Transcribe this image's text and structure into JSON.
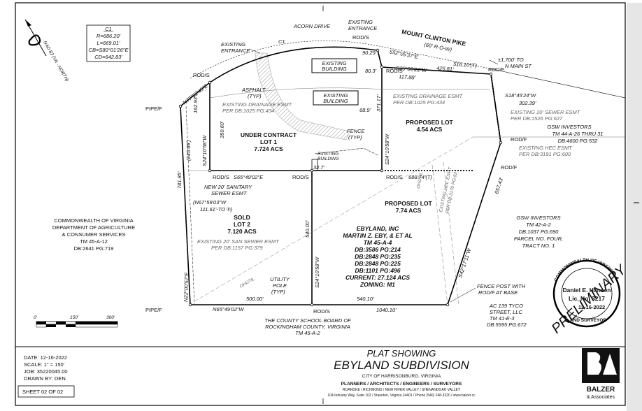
{
  "curve_table": {
    "title": "C1",
    "r": "R=686.20'",
    "l": "L=669.01'",
    "cb": "CB=S80°01'26\"E",
    "cd": "CD=642.83'"
  },
  "north_arrow": {
    "label": "NAD 83 (VA - NORTH)"
  },
  "roads": {
    "acorn": "ACORN DRIVE",
    "pike": "MOUNT CLINTON PIKE",
    "pike_row": "(60' R-O-W)",
    "to_main_1": "±1,700' TO",
    "to_main_2": "N MAIN ST"
  },
  "labels": {
    "exist_entr_top_1": "EXISTING",
    "exist_entr_top_2": "ENTRANCE",
    "exist_entr_left_1": "EXISTING",
    "exist_entr_left_2": "ENTRANCE",
    "building_1_a": "EXISTING",
    "building_1_b": "BUILDING",
    "building_2_a": "EXISTING",
    "building_2_b": "BUILDING",
    "building_3_a": "EXISTING",
    "building_3_b": "BUILDING",
    "asphalt_1": "ASPHALT",
    "asphalt_2": "(TYP)",
    "fence_1": "FENCE",
    "fence_2": "(TYP)",
    "drain_left_1": "EXISTING DRAINAGE ESMT",
    "drain_left_2": "PER DB:1025 PG:434",
    "drain_right_1": "EXISTING DRAINAGE ESMT",
    "drain_right_2": "PER DB:1025 PG:434",
    "sewer_right_1": "EXISTING 20' SEWER ESMT",
    "sewer_right_2": "PER DB:1526 PG:627",
    "hec_right_1": "EXISTING HEC ESMT",
    "hec_right_2": "PER DB:3191 PG:600",
    "hec_diag": "EXISTING HEC ESMT",
    "hec_diag_2": "PER DB:3170 PG:92",
    "new_sewer_1": "NEW 20' SANITARY",
    "new_sewer_2": "SEWER ESMT",
    "tie_1": "(N67°59'03\"W",
    "tie_2": "111.61'-TO ℗)",
    "san_sewer_1": "EXISTING 20' SAN SEWER ESMT",
    "san_sewer_2": "PER DB:1157 PG:379",
    "utility_1": "UTILITY",
    "utility_2": "POLE",
    "utility_3": "(TYP)",
    "fence_post_1": "FENCE POST WITH",
    "fence_post_2": "ROD/F AT BASE",
    "ohutil": "OHUTIL"
  },
  "lots": {
    "lot1_a": "UNDER CONTRACT",
    "lot1_b": "LOT 1",
    "lot1_c": "7.724 ACS",
    "lot2_a": "SOLD",
    "lot2_b": "LOT 2",
    "lot2_c": "7.120 ACS",
    "prop1_a": "PROPOSED LOT",
    "prop1_b": "4.54 ACS",
    "prop2_a": "PROPOSED LOT",
    "prop2_b": "7.74 ACS"
  },
  "owner": {
    "l1": "EBYLAND, INC",
    "l2": "MARTIN Z. EBY, & ET AL",
    "l3": "TM 45-A-4",
    "l4": "DB:3586 PG:214",
    "l5": "DB:2848 PG:235",
    "l6": "DB:2848 PG:225",
    "l7": "DB:1101 PG:496",
    "l8": "CURRENT: 27.124 ACS",
    "l9": "ZONING: M1"
  },
  "adjoiners": {
    "va_1": "COMMONWEALTH OF VIRGINIA",
    "va_2": "DEPARTMENT OF AGRICULTURE",
    "va_3": "& CONSUMER SERVICES",
    "va_4": "TM 45-A-12",
    "va_5": "DB:2641 PG:719",
    "gsw1_1": "GSW INVESTORS",
    "gsw1_2": "TM 44-A-26 THRU 31",
    "gsw1_3": "DB:4600 PG:532",
    "gsw2_1": "GSW INVESTORS",
    "gsw2_2": "TM 42-A-2",
    "gsw2_3": "DB:1037 PG:690",
    "gsw2_4": "PARCEL NO. FOUR,",
    "gsw2_5": "TRACT NO. 1",
    "school_1": "THE COUNTY SCHOOL BOARD OF",
    "school_2": "ROCKINGHAM COUNTY, VIRGINIA",
    "school_3": "TM 45-A-2",
    "tyco_1": "AC 139 TYCO",
    "tyco_2": "STREET, LLC",
    "tyco_3": "TM 41-E-3",
    "tyco_4": "DB:5595 PG:672"
  },
  "monuments": {
    "rods": "ROD/S",
    "rodf": "ROD/F",
    "pipef": "PIPE/F"
  },
  "bearings": {
    "b_n77": "N77°02'45\"E",
    "d_16293": "162.93'",
    "d_24569": "(245.69')",
    "d_78185": "781.85'",
    "b_s2410_l": "S24°10'58\"W",
    "d_35060": "350.60'",
    "b_s6549": "S65°49'02\"E",
    "d_68874": "688.74'(T)",
    "b_s52": "S52°05'37\"E",
    "d_9029": "90.29",
    "b_s35": "S35°00'22\"W",
    "d_11788": "117.88'",
    "d_803": "80.3'",
    "d_689": "68.9'",
    "d_327": "32.7'",
    "d_37117": "371.17'",
    "b_s2410_m": "S24°10'58\"W",
    "d_42581": "425.81'",
    "d_51610": "516.10'(T)",
    "b_s18": "S18°45'24\"W",
    "d_30239": "302.39'",
    "d_65743": "657.43'",
    "b_s4217": "S42°17'11\"W",
    "d_54000": "540.00'",
    "b_s2410_c": "S24°10'58\"W",
    "b_n22": "N22°00'57\"E",
    "b_n65": "N65°49'02\"W",
    "d_50000": "500.00'",
    "d_54010": "540.10'",
    "d_104010": "1040.10'",
    "c1": "C1"
  },
  "scale_bar": {
    "s0": "0'",
    "s150": "150'",
    "s300": "300'"
  },
  "title_block": {
    "date": "DATE: 12-16-2022",
    "scale": "SCALE: 1\" = 150'",
    "job": "JOB: 35220045.00",
    "drawn": "DRAWN BY: DEN",
    "sheet": "SHEET 02 OF 02",
    "plat_1": "PLAT SHOWING",
    "plat_2": "EBYLAND SUBDIVISION",
    "city": "CITY OF HARRISONBURG, VIRGINIA",
    "firm_1": "PLANNERS / ARCHITECTS / ENGINEERS / SURVEYORS",
    "firm_2": "ROANOKE / RICHMOND / NEW RIVER VALLEY / SHENANDOAH VALLEY",
    "firm_3": "104 Industry Way, Suite 102 / Staunton, Virginia 24401 / Phone (540) 248-3220 / www.balzer.cc",
    "logo": "BALZER",
    "logo_2": "& Associates"
  },
  "seal": {
    "ring": "COMMONWEALTH OF VIRGINIA",
    "name": "Daniel E. Hansen",
    "lic": "Lic. No. 3217",
    "date": "12-16-2022",
    "role": "LAND SURVEYOR",
    "stamp": "PRELIMINARY"
  }
}
